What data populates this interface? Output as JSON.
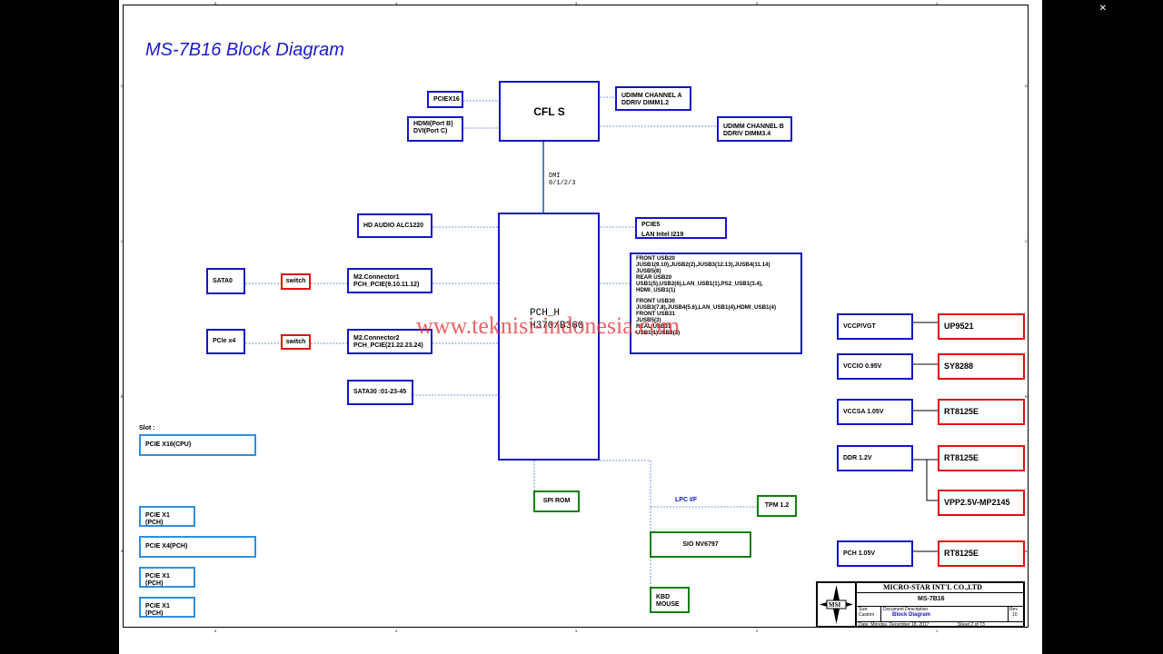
{
  "title": "MS-7B16 Block Diagram",
  "watermark": "www.teknisi-indonesia.com",
  "labels": {
    "dmi_line1": "DMI",
    "dmi_line2": "0/1/2/3",
    "lpc": "LPC I/F",
    "slot": "Slot :"
  },
  "boxes": {
    "cpu": "CFL S",
    "pciex16": "PCIEX16",
    "hdmi_l1": "HDMI(Port B)",
    "hdmi_l2": "DVI(Port C)",
    "dimm_a_l1": "UDIMM  CHANNEL A",
    "dimm_a_l2": "DDRIV  DIMM1.2",
    "dimm_b_l1": "UDIMM CHANNEL B",
    "dimm_b_l2": "DDRIV  DIMM3.4",
    "audio": "HD AUDIO ALC1220",
    "lan_l1": "PCIE5",
    "lan_l2": "LAN Intel I219",
    "pch_l1": "PCH_H",
    "pch_l2": "H370/B360",
    "sata0": "SATA0",
    "switch1": "switch",
    "m2_1_l1": "M2.Connector1",
    "m2_1_l2": "PCH_PCIE(9.10.11.12)",
    "pcie_x4": "PCIe x4",
    "switch2": "switch",
    "m2_2_l1": "M2.Connector2",
    "m2_2_l2": "PCH_PCIE(21.22.23.24)",
    "sata30": "SATA30 :01-23-45",
    "usb_lines": [
      "FRONT USB20",
      "JUSB1(9.10),JUSB2(2),JUSB3(12.13),JUSB4(11.14)",
      "JUSB5(8)",
      "REAR USB20",
      "USB1(5),USB2(6),LAN_USB1(1),PS2_USB1(3.4),",
      "HDMI_USB1(1)",
      "",
      "FRONT USB30",
      "JUSB3(7.8),JUSB4(5.6),LAN_USB1(4),HDMI_USB1(4)",
      "FRONT USB31",
      "JUSB5(3)",
      "REAL USB31",
      "USB1(1)USB2(2)"
    ],
    "spi": "SPI ROM",
    "tpm": "TPM 1.2",
    "sio": "SIO NV6797",
    "kbd_l1": "KBD",
    "kbd_l2": "MOUSE",
    "slot_pcie16": "PCIE X16(CPU)",
    "slot_x1a_l1": "PCIE X1",
    "slot_x1a_l2": "(PCH)",
    "slot_x4": "PCIE X4(PCH)",
    "slot_x1b_l1": "PCIE X1",
    "slot_x1b_l2": "(PCH)",
    "slot_x1c_l1": "PCIE X1",
    "slot_x1c_l2": "(PCH)"
  },
  "power": [
    {
      "rail": "VCCP/VGT",
      "ic": "UP9521"
    },
    {
      "rail": "VCCIO 0.95V",
      "ic": "SY8288"
    },
    {
      "rail": "VCCSA 1.05V",
      "ic": "RT8125E"
    },
    {
      "rail": "DDR 1.2V",
      "ic": "RT8125E",
      "ic2": "VPP2.5V-MP2145"
    },
    {
      "rail": "PCH 1.05V",
      "ic": "RT8125E"
    }
  ],
  "titleblock": {
    "company": "MICRO-STAR INT'L CO.,LTD",
    "model": "MS-7B16",
    "logo": "MSI",
    "size_label": "Size",
    "size_value": "Custom",
    "doc_label": "Document Description",
    "doc_value": "Block Diagram",
    "rev_label": "Rev",
    "rev_value": "10",
    "date": "Date:  Monday, December 18, 2017",
    "sheet": "Sheet    2    of    73"
  },
  "ticks": {
    "top": [
      "5",
      "4",
      "3",
      "2",
      "1"
    ],
    "left": [
      "D",
      "C",
      "B",
      "A"
    ]
  },
  "colors": {
    "blue": "#1414c8",
    "red": "#e01010",
    "green": "#108010",
    "light_blue": "#2e8fe0",
    "title": "#1a1ad6",
    "watermark": "#e53030"
  }
}
